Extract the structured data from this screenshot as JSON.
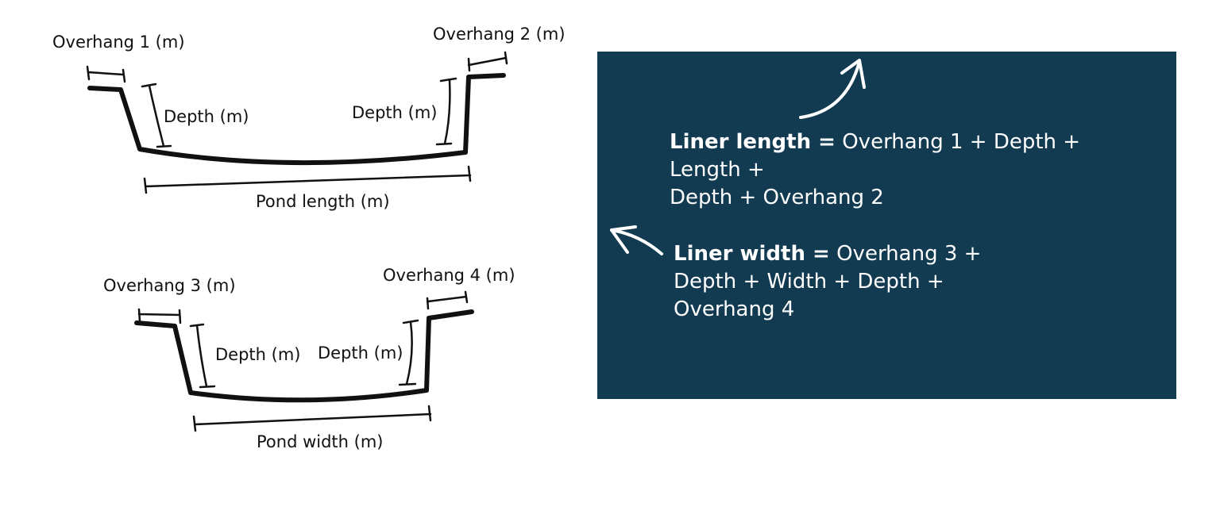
{
  "diagram_length": {
    "overhang_left": "Overhang 1 (m)",
    "overhang_right": "Overhang 2 (m)",
    "depth_left": "Depth (m)",
    "depth_right": "Depth (m)",
    "span": "Pond length (m)"
  },
  "diagram_width": {
    "overhang_left": "Overhang 3 (m)",
    "overhang_right": "Overhang 4 (m)",
    "depth_left": "Depth (m)",
    "depth_right": "Depth (m)",
    "span": "Pond width (m)"
  },
  "formulas": {
    "length": {
      "term": "Liner length =",
      "line1": "Overhang 1 + Depth + Length +",
      "line2": "Depth + Overhang 2"
    },
    "width": {
      "term": "Liner width =",
      "line1": "Overhang 3 +",
      "line2": "Depth + Width + Depth +",
      "line3": "Overhang 4"
    }
  },
  "colors": {
    "panel_background": "#123b52",
    "panel_text": "#ffffff",
    "ink": "#111111"
  }
}
